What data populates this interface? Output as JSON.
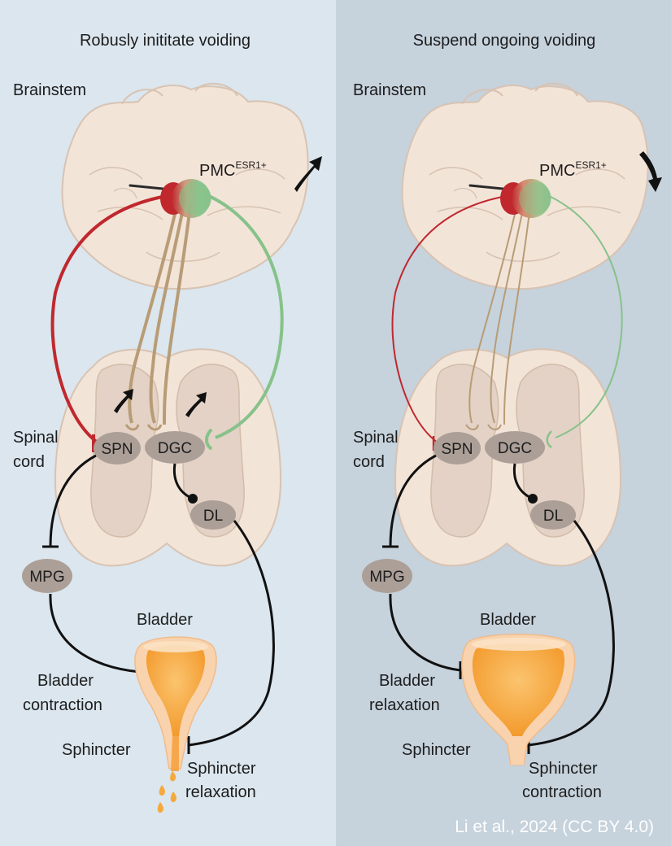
{
  "panels": [
    {
      "title": "Robusly inititate voiding",
      "brainstem": "Brainstem",
      "pmc": "PMC",
      "pmc_superscript": "ESR1+",
      "spinal_line1": "Spinal",
      "spinal_line2": "cord",
      "spn": "SPN",
      "dgc": "DGC",
      "dl": "DL",
      "mpg": "MPG",
      "bladder": "Bladder",
      "bladder_state_line1": "Bladder",
      "bladder_state_line2": "contraction",
      "sphincter": "Sphincter",
      "sphincter_state_line1": "Sphincter",
      "sphincter_state_line2": "relaxation",
      "activity_arrow": "up-arrow-icon"
    },
    {
      "title": "Suspend ongoing voiding",
      "brainstem": "Brainstem",
      "pmc": "PMC",
      "pmc_superscript": "ESR1+",
      "spinal_line1": "Spinal",
      "spinal_line2": "cord",
      "spn": "SPN",
      "dgc": "DGC",
      "dl": "DL",
      "mpg": "MPG",
      "bladder": "Bladder",
      "bladder_state_line1": "Bladder",
      "bladder_state_line2": "relaxation",
      "sphincter": "Sphincter",
      "sphincter_state_line1": "Sphincter",
      "sphincter_state_line2": "contraction",
      "activity_arrow": "down-arrow-icon"
    }
  ],
  "credit": "Li et al., 2024 (CC BY 4.0)",
  "colors": {
    "left_background": "#dbe6ee",
    "right_background": "#c6d2dc",
    "tissue": "#f3e4d8",
    "tissue_outline": "#d8c3b2",
    "gray_matter": "#e3d2c5",
    "red_pathway": "#c0282e",
    "tan_pathway": "#b89c76",
    "green_pathway": "#86c28a",
    "node_fill": "#ab9f97",
    "bladder_fill": "#f4a93e",
    "bladder_wall": "#f9d3ad"
  }
}
